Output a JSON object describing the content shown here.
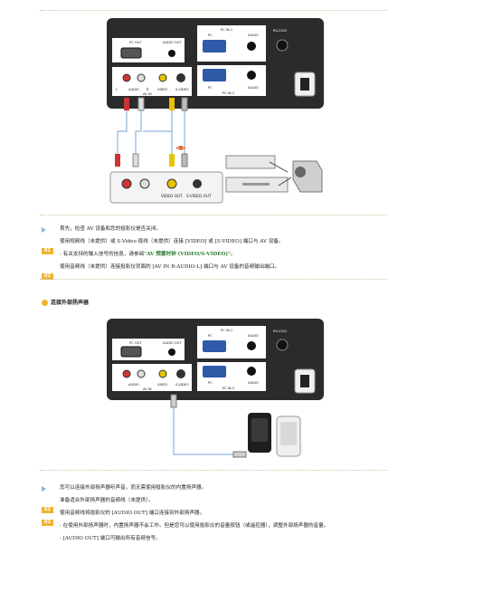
{
  "fig1": {
    "pc_in1": "PC IN-1",
    "pc": "PC",
    "audio": "AUDIO",
    "pc_out": "PC OUT",
    "audio_out": "AUDIO OUT",
    "rs232c": "RS-232C",
    "l": "L",
    "r": "R",
    "video": "VIDEO",
    "svideo": "S-VIDEO",
    "av_in": "AV IN",
    "pc_in2": "PC IN-2",
    "video_out": "VIDEO OUT",
    "svideo_out": "S-VIDEO OUT"
  },
  "fig2": {
    "pc_in1": "PC IN-1",
    "pc": "PC",
    "audio": "AUDIO",
    "pc_out": "PC OUT",
    "audio_out": "AUDIO OUT",
    "rs232c": "RS-232C",
    "video": "VIDEO",
    "svideo": "S-VIDEO",
    "av_in": "AV IN",
    "pc_in2": "PC IN-2"
  },
  "sec1": {
    "note": "首先，检查 AV 设备和您的投影仪是否关闭。",
    "step1_badge": "01",
    "step1": "使用视频线（未提供）或 S-Video 缆线（未提供）连接 [VIDEO] 或 [S-VIDEO] 端口与 AV 设备。",
    "sub_prefix": "- 有关支持的输入信号的信息，请参阅",
    "sub_link": "\"AV 预置时钟 (VIDEO/S-VIDEO)\"",
    "sub_suffix": "。",
    "step2_badge": "02",
    "step2": "使用音频线（未提供）连接投影仪背面的 [AV IN R-AUDIO-L] 端口与 AV 设备的音频输出端口。"
  },
  "sec2": {
    "title": "连接外部扬声器",
    "note": "您可以连接外部扬声器听声音，而无需使用投影仪的内置扬声器。",
    "step1_badge": "01",
    "step1": "准备适合外部扬声器的音频线（未提供）。",
    "step2_badge": "02",
    "step2": "使用音频线将投影仪的 [AUDIO OUT] 端口连接到外部扬声器。",
    "sub1": "- 在使用外部扬声器时，内置扬声器不会工作。但是您可以使用投影仪的音量按钮（或遥控器），调整外部扬声器的音量。",
    "sub2": "- [AUDIO OUT] 端口可输出所有音频信号。"
  },
  "colors": {
    "accent": "#f2b233",
    "panel": "#2b2b2b",
    "link": "#2e7d32",
    "cable": "#8fb3d9"
  }
}
